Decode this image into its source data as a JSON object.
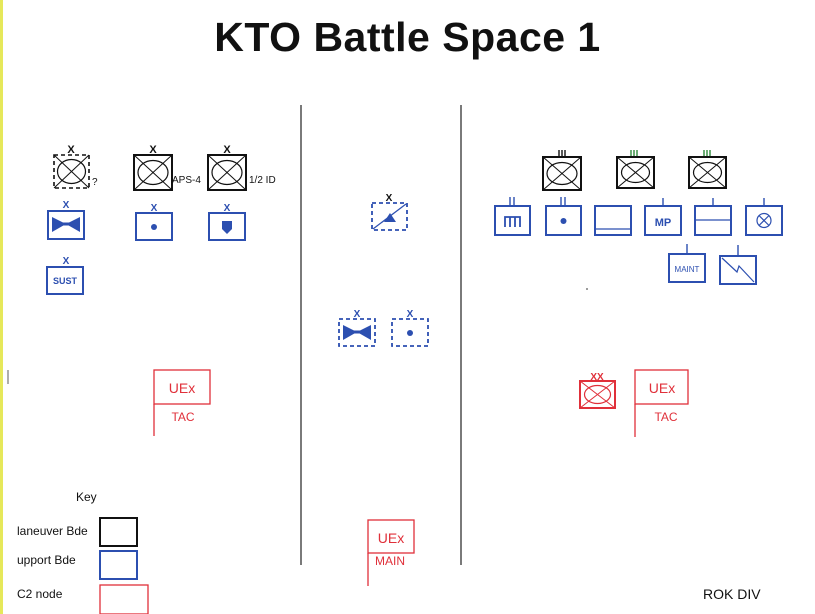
{
  "title": "KTO Battle Space 1",
  "colors": {
    "maneuver": "#111111",
    "support": "#2c4fb0",
    "c2": "#e0303a",
    "divider": "#333333"
  },
  "echelons": {
    "brigade": "X",
    "division": "XX"
  },
  "left_zone": {
    "unknown_label": "?",
    "aps_label": "APS-4",
    "id_label": "1/2 ID",
    "sust_label": "SUST",
    "uex": {
      "top": "UEx",
      "bottom": "TAC"
    }
  },
  "center_zone": {
    "uex": {
      "top": "UEx",
      "bottom": "MAIN"
    }
  },
  "right_zone": {
    "mp_label": "MP",
    "maint_label": "MAINT",
    "uex": {
      "top": "UEx",
      "bottom": "TAC"
    }
  },
  "key": {
    "title": "Key",
    "maneuver_label": "laneuver Bde",
    "support_label": "upport Bde",
    "c2_label": "C2 node"
  },
  "footer": {
    "rok_label": "ROK DIV"
  }
}
